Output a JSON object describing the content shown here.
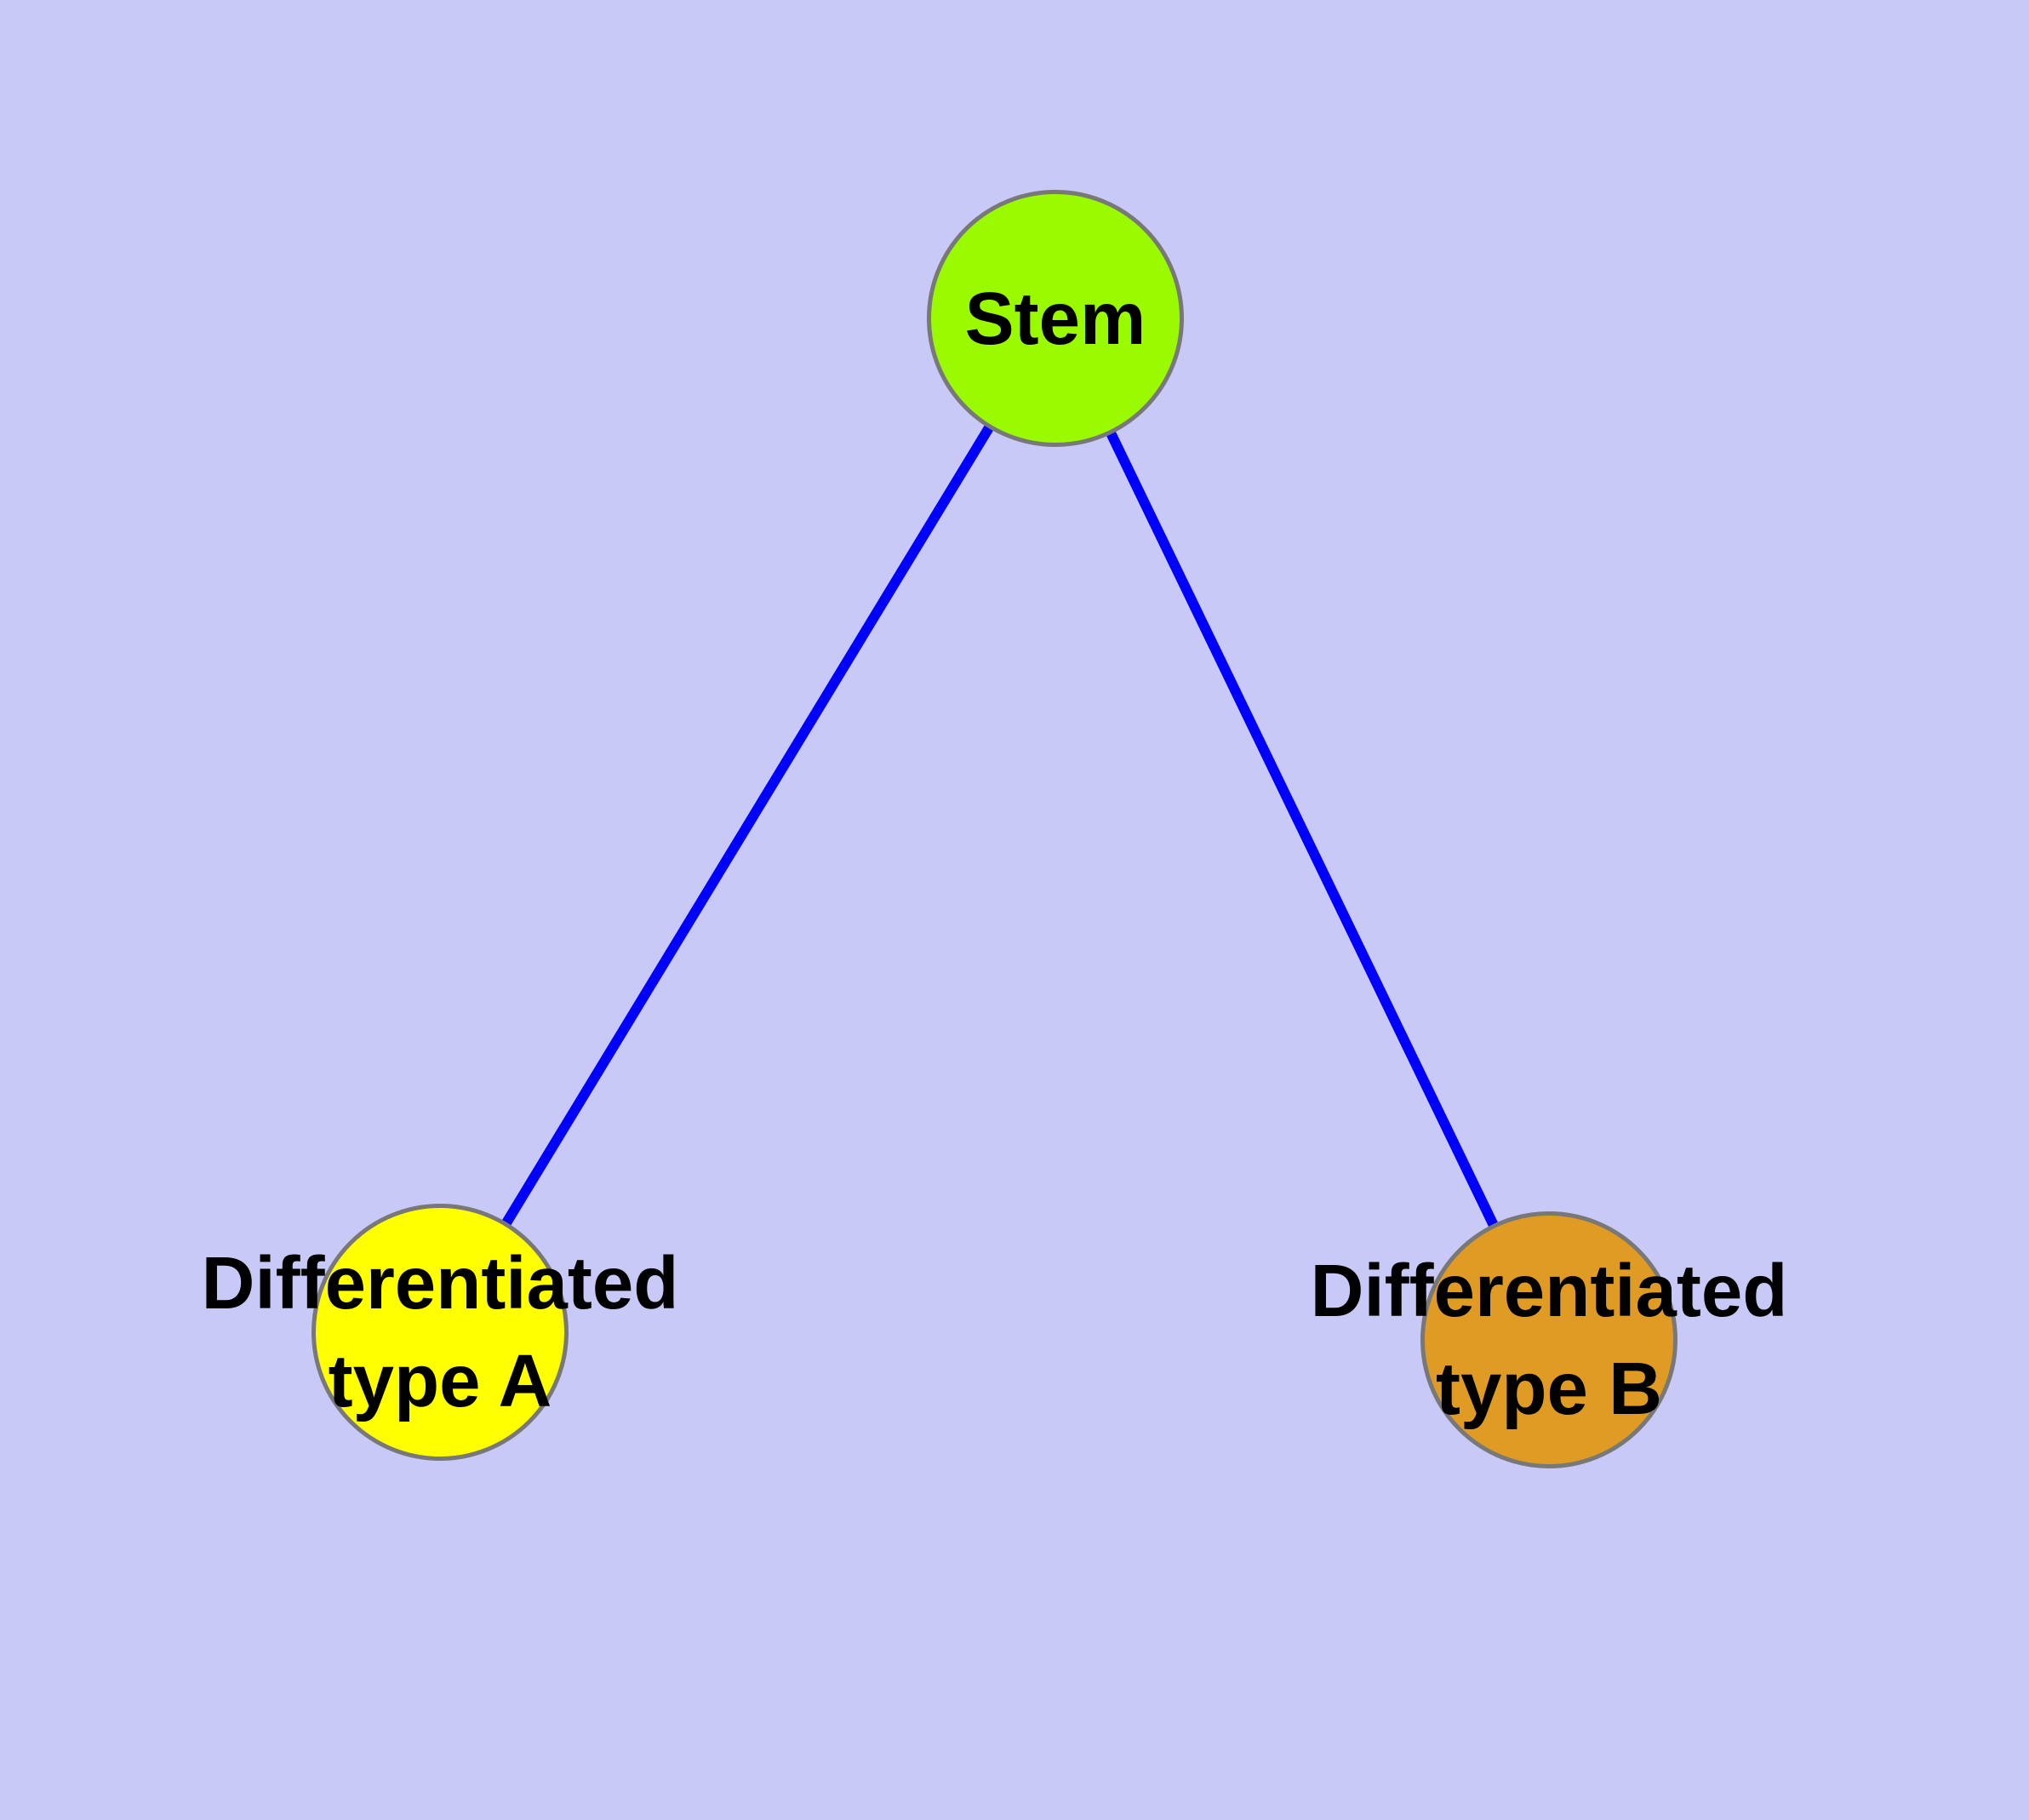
{
  "diagram": {
    "background_color": "#C9C9F8",
    "edge_color": "#0000FF",
    "node_border_color": "#787878",
    "text_color": "#000000",
    "nodes": [
      {
        "id": "stem",
        "label": "Stem",
        "label_lines": [
          "Stem"
        ],
        "fill_color": "#9AFA00"
      },
      {
        "id": "differentiated-type-a",
        "label": "Differentiated type A",
        "label_lines": [
          "Differentiated",
          "type A"
        ],
        "fill_color": "#FFFF00"
      },
      {
        "id": "differentiated-type-b",
        "label": "Differentiated type B",
        "label_lines": [
          "Differentiated",
          "type B"
        ],
        "fill_color": "#E09B25"
      }
    ],
    "edges": [
      {
        "from": "stem",
        "to": "differentiated-type-a"
      },
      {
        "from": "stem",
        "to": "differentiated-type-b"
      }
    ]
  }
}
